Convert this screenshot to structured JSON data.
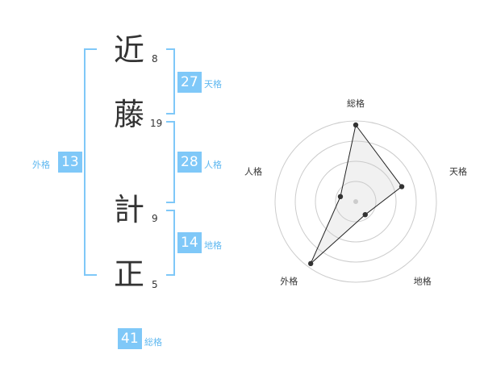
{
  "name": {
    "chars": [
      {
        "char": "近",
        "strokes": "8"
      },
      {
        "char": "藤",
        "strokes": "19"
      },
      {
        "char": "計",
        "strokes": "9"
      },
      {
        "char": "正",
        "strokes": "5"
      }
    ]
  },
  "scores": {
    "tenkaku": {
      "value": "27",
      "label": "天格"
    },
    "jinkaku": {
      "value": "28",
      "label": "人格"
    },
    "chikaku": {
      "value": "14",
      "label": "地格"
    },
    "gaikaku": {
      "value": "13",
      "label": "外格"
    },
    "soukaku": {
      "value": "41",
      "label": "総格"
    }
  },
  "chart_data": {
    "type": "radar",
    "axes": [
      "総格",
      "天格",
      "地格",
      "外格",
      "人格"
    ],
    "values": [
      0.95,
      0.6,
      0.2,
      0.95,
      0.2
    ],
    "range": [
      0,
      1
    ],
    "rings": 4,
    "grid": true
  }
}
